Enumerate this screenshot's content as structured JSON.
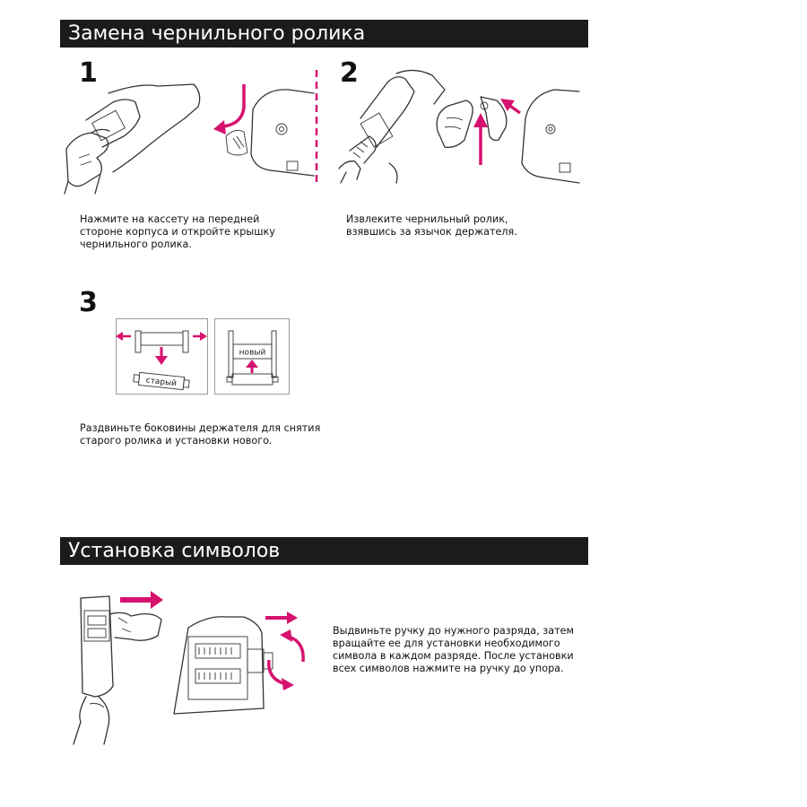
{
  "sections": {
    "ink_roller": {
      "title": "Замена чернильного ролика",
      "steps": [
        {
          "number": "1",
          "caption_lines": [
            "Нажмите на кассету на передней",
            "стороне корпуса и откройте крышку",
            "чернильного ролика."
          ]
        },
        {
          "number": "2",
          "caption_lines": [
            "Извлеките чернильный ролик,",
            "взявшись за язычок держателя."
          ]
        },
        {
          "number": "3",
          "caption_lines": [
            "Раздвиньте боковины держателя для снятия",
            "старого ролика и установки нового."
          ],
          "labels": {
            "new": "новый",
            "old": "старый"
          }
        }
      ]
    },
    "symbols": {
      "title": "Установка символов",
      "caption_lines": [
        "Выдвиньте ручку до нужного разряда, затем",
        "вращайте ее для установки необходимого",
        "символа в каждом разряде. После установки",
        "всех символов нажмите на ручку до упора."
      ]
    }
  },
  "colors": {
    "accent": "#d6126f",
    "header_bg": "#1b1b1b",
    "header_text": "#ffffff"
  }
}
